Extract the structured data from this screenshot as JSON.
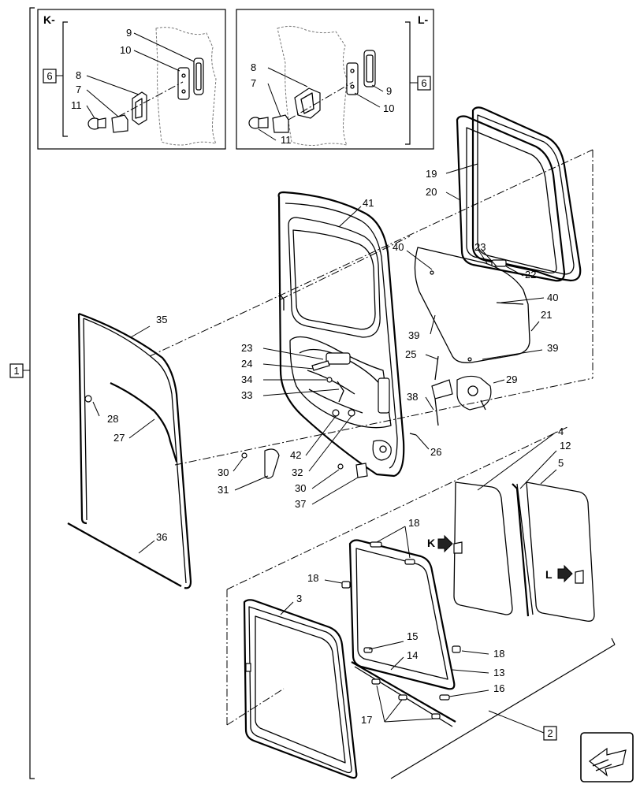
{
  "views": {
    "k": {
      "letter": "K-",
      "inline_letter": "K",
      "labels": [
        "9",
        "10",
        "8",
        "7",
        "11"
      ],
      "group": "6"
    },
    "l": {
      "letter": "L-",
      "inline_letter": "L",
      "labels": [
        "8",
        "7",
        "11",
        "9",
        "10"
      ],
      "group": "6"
    }
  },
  "groups": {
    "assembly": "1",
    "window_set": "2"
  },
  "callouts": {
    "c19": "19",
    "c20": "20",
    "c41": "41",
    "c40a": "40",
    "c23a": "23",
    "c22": "22",
    "c40b": "40",
    "c21": "21",
    "c39a": "39",
    "c39b": "39",
    "c35": "35",
    "c23b": "23",
    "c24": "24",
    "c34": "34",
    "c33": "33",
    "c25": "25",
    "c29": "29",
    "c38": "38",
    "c28": "28",
    "c27": "27",
    "c26": "26",
    "c42": "42",
    "c32": "32",
    "c30a": "30",
    "c31": "31",
    "c30b": "30",
    "c37": "37",
    "c4": "4",
    "c12": "12",
    "c5": "5",
    "c36": "36",
    "c18a": "18",
    "c18b": "18",
    "c3": "3",
    "c15": "15",
    "c18c": "18",
    "c14": "14",
    "c13": "13",
    "c16": "16",
    "c17": "17"
  },
  "icons": {
    "nav": "arrow-return-icon"
  }
}
